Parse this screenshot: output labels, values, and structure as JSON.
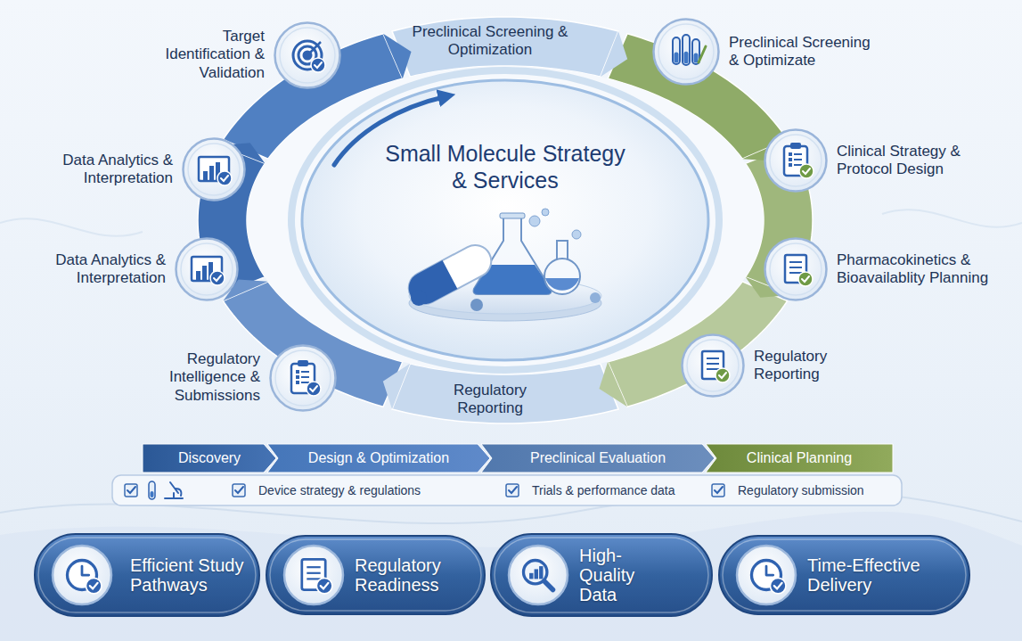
{
  "diagram": {
    "nodes": [
      {
        "text": [
          "Target Identification & Validation"
        ]
      },
      {
        "text": [
          "Preclinical Screening & Optimizate"
        ]
      },
      {
        "text": [
          "Data Analytics & Interpretation"
        ]
      },
      {
        "text": [
          "Small Molecule Strategy & Services"
        ]
      },
      {
        "text": [
          "Clinical Strategy & Protocol Design"
        ]
      },
      {
        "text": [
          "Data Analytics & Interpretation"
        ]
      },
      {
        "text": [
          "Pharmacokinetics & Bioavailablity Planning"
        ]
      },
      {
        "text": [
          "Regulatory Intelligence & Submissions"
        ]
      },
      {
        "text": [
          "Regulatory Reporting"
        ]
      },
      {
        "text": [
          "Discovery"
        ]
      },
      {
        "text": [
          "Design & Optimization"
        ]
      },
      {
        "text": [
          "Preclinical Evaluation"
        ]
      },
      {
        "text": [
          "Clinical Planning"
        ]
      },
      {
        "text": [
          "Device strategy & regulations",
          "Trials & performance data",
          "Regulatory submission"
        ]
      },
      {
        "text": [
          "Efficient Study Pathways"
        ]
      },
      {
        "text": [
          "Regulatory Readiness"
        ]
      },
      {
        "text": [
          "High-Quality Data"
        ]
      },
      {
        "text": [
          "Time-Effective Delivery"
        ]
      }
    ],
    "labels": [
      "Preclinical Screening & Optimization",
      "Regulatory Reporting"
    ]
  }
}
